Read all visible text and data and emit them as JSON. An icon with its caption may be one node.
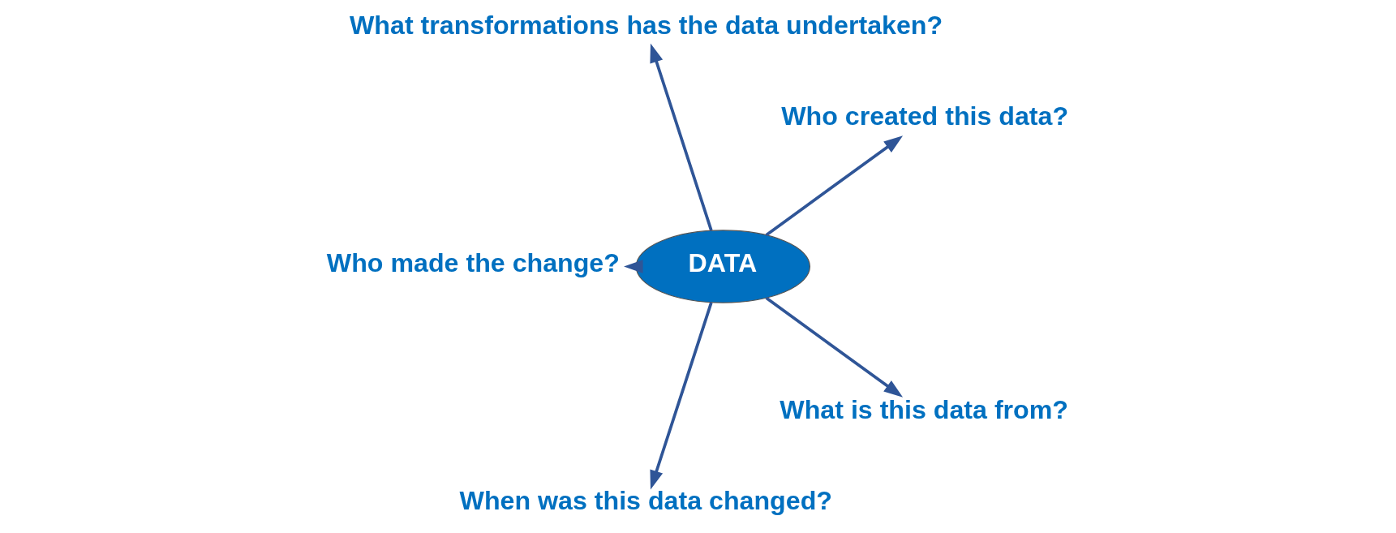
{
  "diagram": {
    "nodes": [
      {
        "text": [
          "DATA"
        ]
      },
      {
        "text": [
          "Who created this data?"
        ]
      },
      {
        "text": [
          "What transformations has the data undertaken?"
        ]
      },
      {
        "text": [
          "Who made the change?"
        ]
      },
      {
        "text": [
          "When was this data changed?"
        ]
      },
      {
        "text": [
          "What is this data from?"
        ]
      }
    ],
    "edges": [
      {
        "from": 0,
        "to": 1,
        "arrow": "to"
      },
      {
        "from": 0,
        "to": 2,
        "arrow": "to"
      },
      {
        "from": 0,
        "to": 3,
        "arrow": "to"
      },
      {
        "from": 0,
        "to": 4,
        "arrow": "to"
      },
      {
        "from": 0,
        "to": 5,
        "arrow": "to"
      }
    ]
  }
}
